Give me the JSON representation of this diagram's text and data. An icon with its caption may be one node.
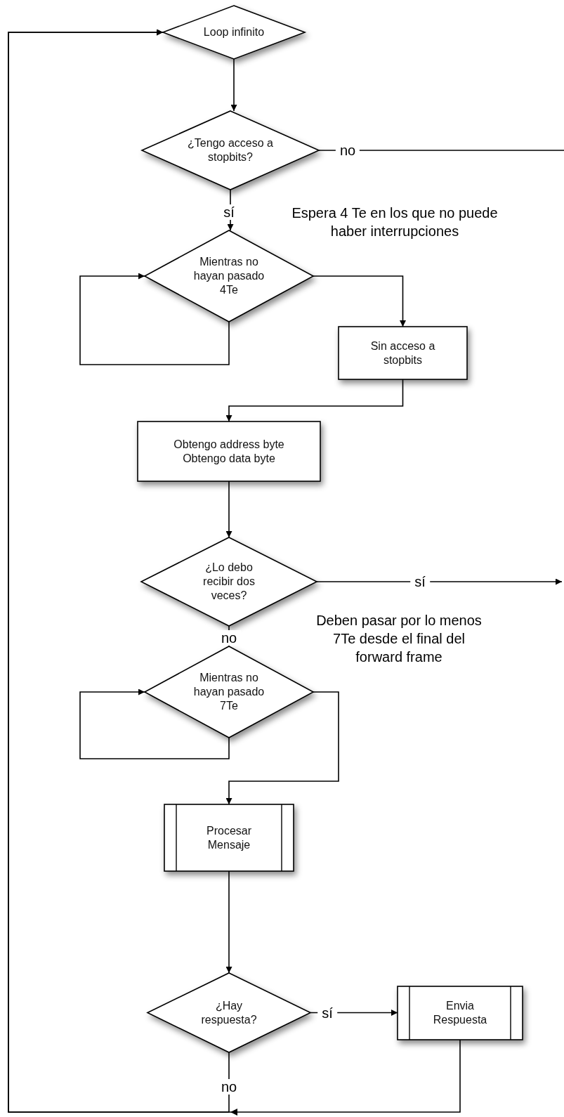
{
  "diagram": {
    "nodes": [
      {
        "text": [
          "Loop infinito"
        ]
      },
      {
        "text": [
          "¿Tengo acceso a stopbits?"
        ]
      },
      {
        "text": [
          "Mientras no hayan pasado 4Te"
        ]
      },
      {
        "text": [
          "Sin acceso a stopbits"
        ]
      },
      {
        "text": [
          "Obtengo address byte Obtengo data byte"
        ]
      },
      {
        "text": [
          "¿Lo debo recibir dos veces?"
        ]
      },
      {
        "text": [
          "Mientras no hayan pasado 7Te"
        ]
      },
      {
        "text": [
          "Procesar Mensaje"
        ]
      },
      {
        "text": [
          "¿Hay respuesta?"
        ]
      },
      {
        "text": [
          "Envia Respuesta"
        ]
      }
    ],
    "edges": [
      {
        "from": 0,
        "to": 1,
        "arrow": "to"
      },
      {
        "from": 1,
        "to": null,
        "arrow": "none",
        "label": "no"
      },
      {
        "from": 1,
        "to": 2,
        "arrow": "to",
        "label": "sí"
      },
      {
        "from": 2,
        "to": 2,
        "arrow": "to"
      },
      {
        "from": 2,
        "to": 3,
        "arrow": "to"
      },
      {
        "from": 3,
        "to": 4,
        "arrow": "to"
      },
      {
        "from": 4,
        "to": 5,
        "arrow": "to"
      },
      {
        "from": 5,
        "to": null,
        "arrow": "to",
        "label": "sí"
      },
      {
        "from": 5,
        "to": 6,
        "arrow": "to",
        "label": "no"
      },
      {
        "from": 6,
        "to": 6,
        "arrow": "to"
      },
      {
        "from": 6,
        "to": 7,
        "arrow": "to"
      },
      {
        "from": 7,
        "to": 8,
        "arrow": "to"
      },
      {
        "from": 8,
        "to": 9,
        "arrow": "to",
        "label": "sí"
      },
      {
        "from": 8,
        "to": 0,
        "arrow": "to",
        "label": "no"
      },
      {
        "from": 9,
        "to": 0,
        "arrow": "to"
      }
    ],
    "labels": [
      "Espera 4 Te en los que no puede haber interrupciones",
      "Deben pasar por lo menos 7Te desde el final del forward frame"
    ]
  }
}
